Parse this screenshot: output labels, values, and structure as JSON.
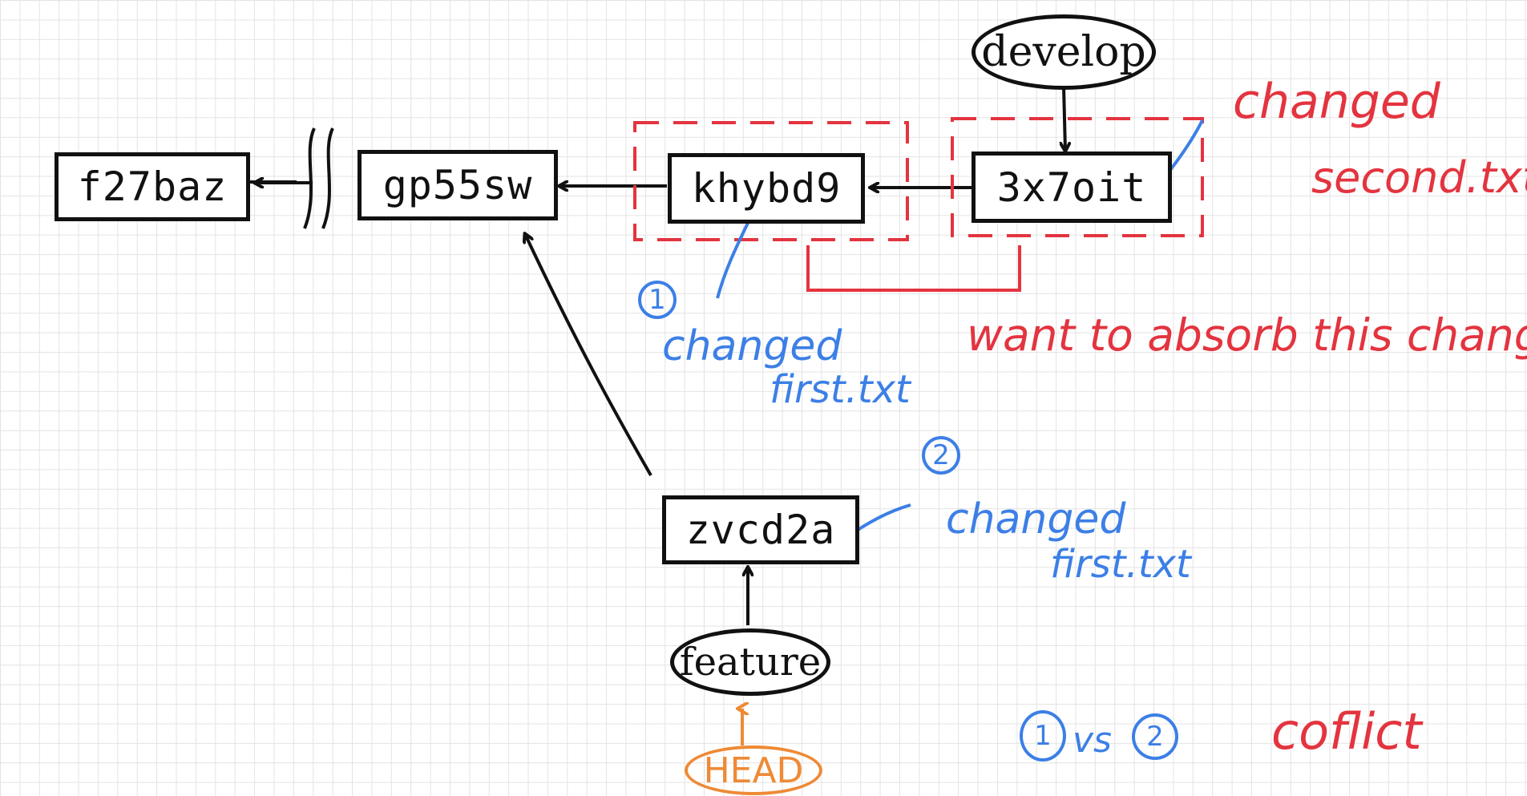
{
  "colors": {
    "ink": "#111111",
    "blue_annotation": "#3c7fe6",
    "red_annotation": "#e3343f",
    "head": "#ee8a35",
    "grid": "#e3e3e3"
  },
  "commits": {
    "c1": "f27baz",
    "c2": "gp55sw",
    "c3": "khybd9",
    "c4": "3x7oit",
    "c5": "zvcd2a"
  },
  "branches": {
    "develop": "develop",
    "feature": "feature",
    "head": "HEAD"
  },
  "annotations": {
    "changed_second": {
      "line1": "changed",
      "line2": "second.txt"
    },
    "changed_first_1": {
      "num": "1",
      "line1": "changed",
      "line2": "first.txt"
    },
    "changed_first_2": {
      "num": "2",
      "line1": "changed",
      "line2": "first.txt"
    },
    "absorb": "want to absorb this changes",
    "compare": {
      "left": "1",
      "vs": "vs",
      "right": "2"
    },
    "conflict": "coflict"
  }
}
